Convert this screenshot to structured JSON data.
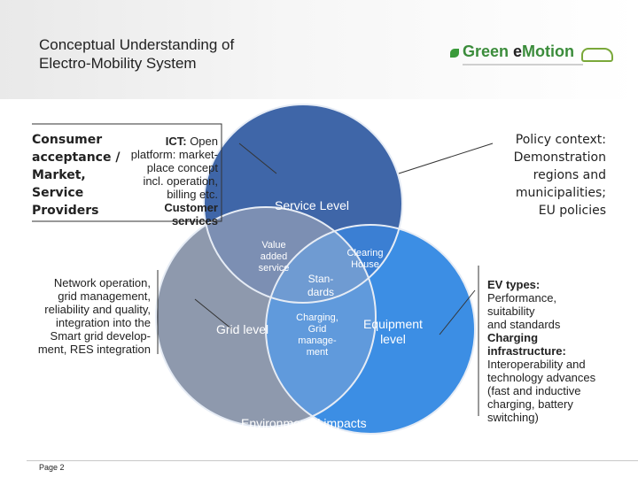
{
  "slide": {
    "title_line1": "Conceptual Understanding of",
    "title_line2": "Electro-Mobility System",
    "logo_green": "Green ",
    "logo_emotion": "e",
    "logo_motion": "Motion",
    "page_label": "Page 2"
  },
  "left": {
    "consumer_lines": [
      "Consumer",
      "acceptance /",
      "Market,",
      "Service",
      "Providers"
    ],
    "ict_bold": "ICT:",
    "ict_lines": [
      " Open",
      "platform: market-",
      "place concept",
      "incl. operation,",
      "billing etc."
    ],
    "customer_services": [
      "Customer",
      "services"
    ],
    "network_lines": [
      "Network operation,",
      "grid management,",
      "reliability and quality,",
      "integration into the",
      "Smart grid develop-",
      "ment, RES integration"
    ]
  },
  "right": {
    "policy_lines": [
      "Policy context:",
      "Demonstration",
      "regions and",
      "municipalities;",
      "EU policies"
    ],
    "ev_types_label": "EV types:",
    "ev_lines": [
      "Performance,",
      "suitability",
      "and standards"
    ],
    "charging_label_lines": [
      "Charging",
      "infrastructure:"
    ],
    "charging_lines": [
      "Interoperability and",
      "technology advances",
      "(fast and inductive",
      "charging, battery",
      "switching)"
    ]
  },
  "diagram": {
    "service_level": "Service Level",
    "grid_level": "Grid level",
    "equipment_level": [
      "Equipment",
      "level"
    ],
    "value_added": [
      "Value",
      "added",
      "service"
    ],
    "clearing_house": [
      "Clearing",
      "House"
    ],
    "standards": [
      "Stan-",
      "dards"
    ],
    "charging_grid": [
      "Charging,",
      "Grid",
      "manage-",
      "ment"
    ],
    "environmental": "Environmental impacts",
    "colors": {
      "top": "#3f66a8",
      "left": "#8e99ad",
      "right": "#3c8ee4",
      "outline": "#e9eef6"
    }
  }
}
